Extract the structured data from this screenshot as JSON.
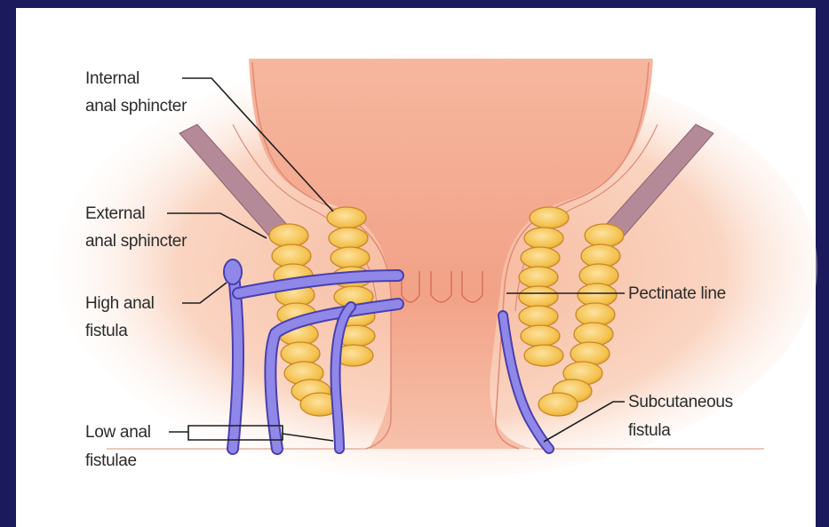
{
  "labels": {
    "internal_1": "Internal",
    "internal_2": "anal sphincter",
    "external_1": "External",
    "external_2": "anal sphincter",
    "high_1": "High anal",
    "high_2": "fistula",
    "low_1": "Low anal",
    "low_2": "fistulae",
    "pectinate": "Pectinate line",
    "subcut_1": "Subcutaneous",
    "subcut_2": "fistula"
  },
  "colors": {
    "border": "#1b1a5c",
    "tissue": "#f7c1a6",
    "lumen": "#f4a88e",
    "sphincter": "#f3c04a",
    "fistula": "#8f88e8",
    "muscle_band": "#b58a98"
  }
}
